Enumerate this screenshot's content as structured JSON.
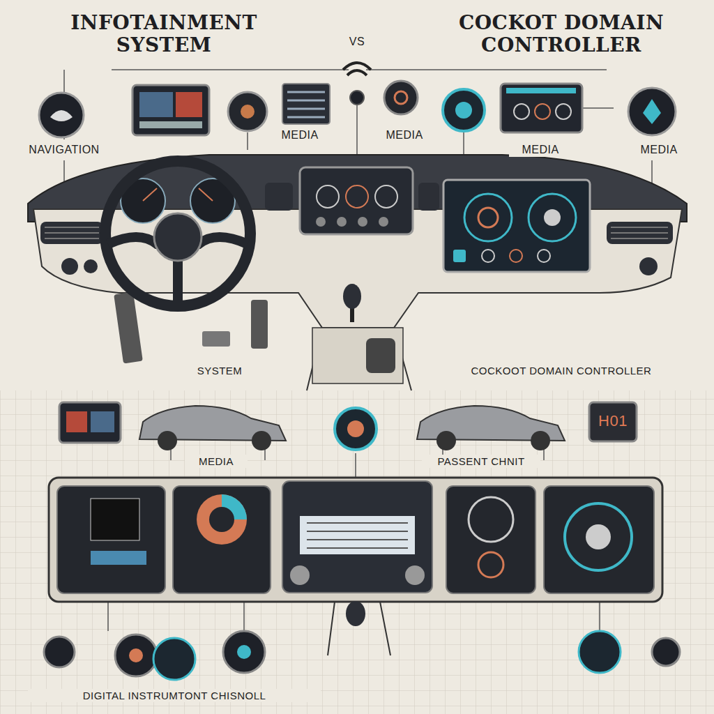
{
  "diagram": {
    "labels": [
      "INFOTAINMENT SYSTEM",
      "VS",
      "COCKOT DOMAIN CONTROLLER",
      "NAVIGATION",
      "MEDIA",
      "MEDIA",
      "MEDIA",
      "MEDIA",
      "SYSTEM",
      "COCKOOT DOMAIN CONTROLLER",
      "MEDIA",
      "PASSENT CHNIT",
      "H01",
      "DIGITAL INSTRUMTONT CHISNOLL"
    ]
  }
}
